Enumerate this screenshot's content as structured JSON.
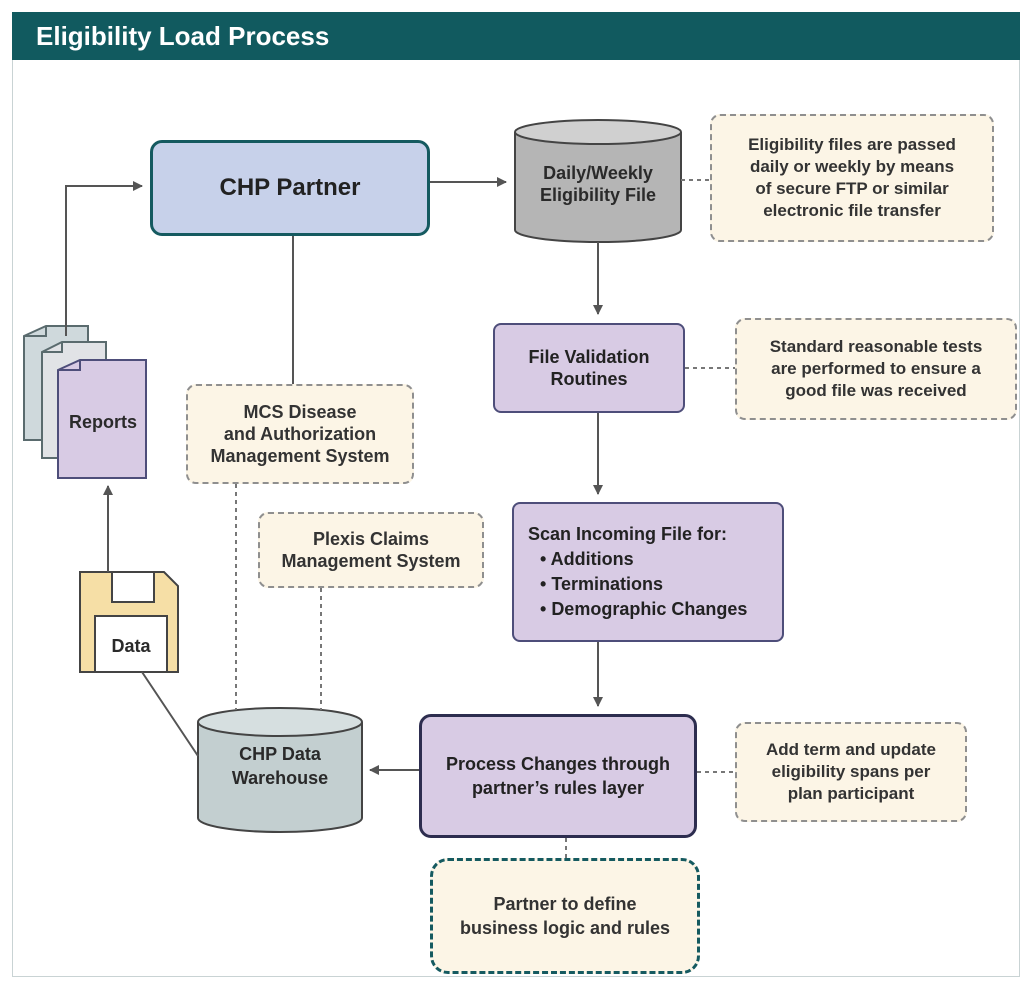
{
  "title": "Eligibility Load Process",
  "colors": {
    "title_bar": "#115a5f",
    "partner_fill": "#c7d1ea",
    "process_fill": "#d8cbe4",
    "note_fill": "#fcf5e6",
    "cylinder_gray": "#b5b5b5",
    "warehouse_fill": "#c3cfd0",
    "data_fill": "#f6dfa6"
  },
  "nodes": {
    "chp_partner": "CHP Partner",
    "daily_file": [
      "Daily/Weekly",
      "Eligibility File"
    ],
    "file_validation": [
      "File Validation",
      "Routines"
    ],
    "scan": {
      "heading": "Scan Incoming File for:",
      "items": [
        "Additions",
        "Terminations",
        "Demographic Changes"
      ]
    },
    "process_changes": [
      "Process Changes through",
      "partner’s rules layer"
    ],
    "data_warehouse": [
      "CHP Data",
      "Warehouse"
    ],
    "reports": "Reports",
    "data": "Data"
  },
  "notes": {
    "ftp": [
      "Eligibility files are passed",
      "daily or weekly by means",
      "of secure FTP or similar",
      "electronic file transfer"
    ],
    "tests": [
      "Standard reasonable tests",
      "are performed to ensure a",
      "good file was received"
    ],
    "mcs": [
      "MCS Disease",
      "and Authorization",
      "Management System"
    ],
    "plexis": [
      "Plexis Claims",
      "Management System"
    ],
    "term": [
      "Add term and update",
      "eligibility spans per",
      "plan participant"
    ],
    "partner_rules": [
      "Partner to define",
      "business logic and rules"
    ]
  }
}
